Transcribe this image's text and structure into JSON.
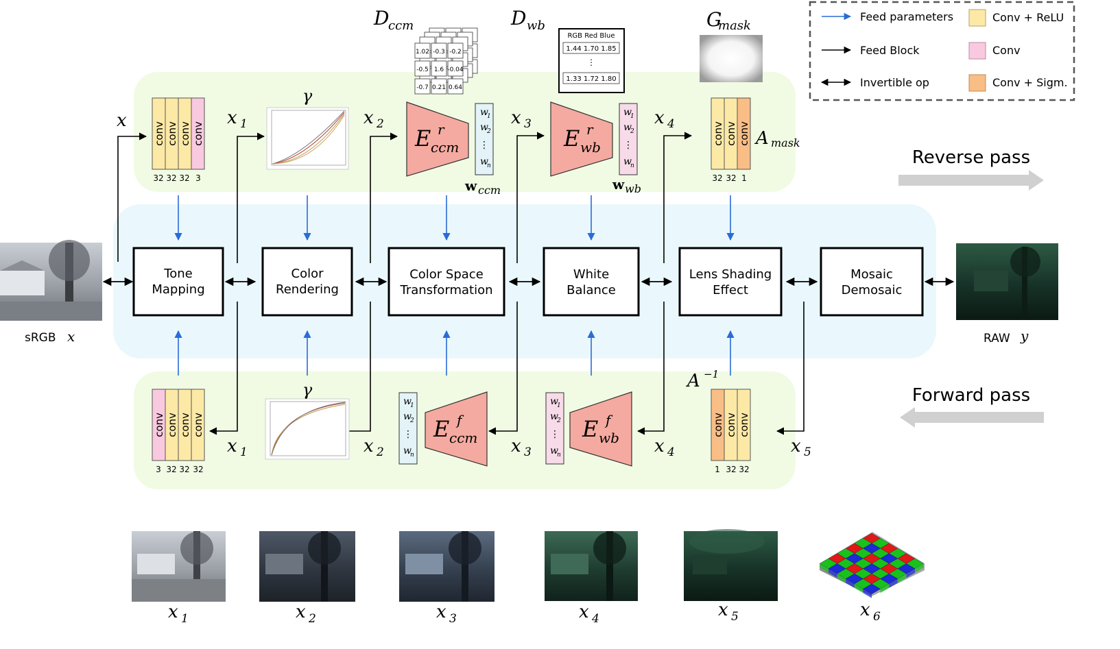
{
  "legend": {
    "feed_parameters": "Feed parameters",
    "feed_block": "Feed Block",
    "invertible_op": "Invertible op",
    "conv_relu": "Conv + ReLU",
    "conv": "Conv",
    "conv_sigm": "Conv + Sigm.",
    "colors": {
      "conv_relu": "#fde9a6",
      "conv": "#f9c9df",
      "conv_sigm": "#f9bd86"
    }
  },
  "passes": {
    "reverse": "Reverse pass",
    "forward": "Forward pass"
  },
  "blocks": [
    {
      "line1": "Tone",
      "line2": "Mapping"
    },
    {
      "line1": "Color",
      "line2": "Rendering"
    },
    {
      "line1": "Color Space",
      "line2": "Transformation"
    },
    {
      "line1": "White",
      "line2": "Balance"
    },
    {
      "line1": "Lens Shading",
      "line2": "Effect"
    },
    {
      "line1": "Mosaic",
      "line2": "Demosaic"
    }
  ],
  "io": {
    "srgb": "sRGB",
    "srgb_var": "x",
    "raw": "RAW",
    "raw_var": "y"
  },
  "conv_label": "conv",
  "reverse_tm_channels": [
    "32",
    "32",
    "32",
    "3"
  ],
  "forward_tm_channels": [
    "3",
    "32",
    "32",
    "32"
  ],
  "mask_channels_top": [
    "32",
    "32",
    "1"
  ],
  "mask_channels_bottom": [
    "1",
    "32",
    "32"
  ],
  "math": {
    "x": "x",
    "x1": "x",
    "x2": "x",
    "x3": "x",
    "x4": "x",
    "x5": "x",
    "x6": "x",
    "sub1": "1",
    "sub2": "2",
    "sub3": "3",
    "sub4": "4",
    "sub5": "5",
    "sub6": "6",
    "gamma": "γ",
    "D": "D",
    "ccm": "ccm",
    "wb": "wb",
    "G": "G",
    "mask": "mask",
    "A": "A",
    "inv": "−1",
    "E": "E",
    "r": "r",
    "f": "f",
    "W": "w",
    "w1": "w",
    "w2": "w",
    "wn": "w",
    "n": "n",
    "dots": "⋮"
  },
  "dwb_table": {
    "header": "RGB Red Blue",
    "row1": "1.44 1.70 1.85",
    "row2": "1.33 1.72 1.80",
    "dots": "⋮"
  },
  "dccm_matrix": [
    [
      "1.02",
      "-0.3",
      "-0.2"
    ],
    [
      "-0.5",
      "1.6",
      "-0.04"
    ],
    [
      "-0.7",
      "0.21",
      "0.64"
    ]
  ]
}
